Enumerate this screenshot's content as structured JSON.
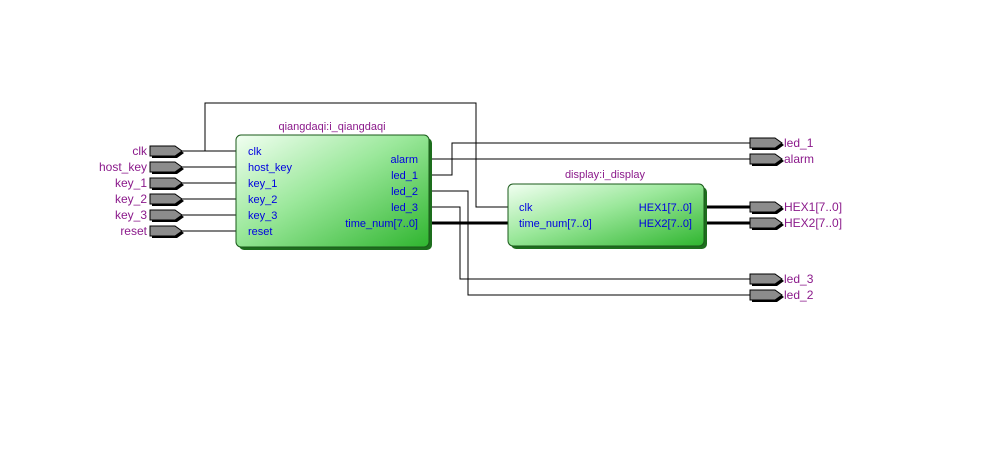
{
  "inputs": [
    "clk",
    "host_key",
    "key_1",
    "key_2",
    "key_3",
    "reset"
  ],
  "blocks": {
    "qiangdaqi": {
      "title": "qiangdaqi:i_qiangdaqi",
      "in_ports": [
        "clk",
        "host_key",
        "key_1",
        "key_2",
        "key_3",
        "reset"
      ],
      "out_ports": [
        "alarm",
        "led_1",
        "led_2",
        "led_3",
        "time_num[7..0]"
      ]
    },
    "display": {
      "title": "display:i_display",
      "in_ports": [
        "clk",
        "time_num[7..0]"
      ],
      "out_ports": [
        "HEX1[7..0]",
        "HEX2[7..0]"
      ]
    }
  },
  "outputs": [
    "led_1",
    "alarm",
    "HEX1[7..0]",
    "HEX2[7..0]",
    "led_3",
    "led_2"
  ],
  "colors": {
    "block_fill_light": "#e8ffe8",
    "block_fill_dark": "#2db82d",
    "port_text": "#0000e0",
    "io_text": "#8b1a8b",
    "pin_fill": "#8c8c8c"
  }
}
